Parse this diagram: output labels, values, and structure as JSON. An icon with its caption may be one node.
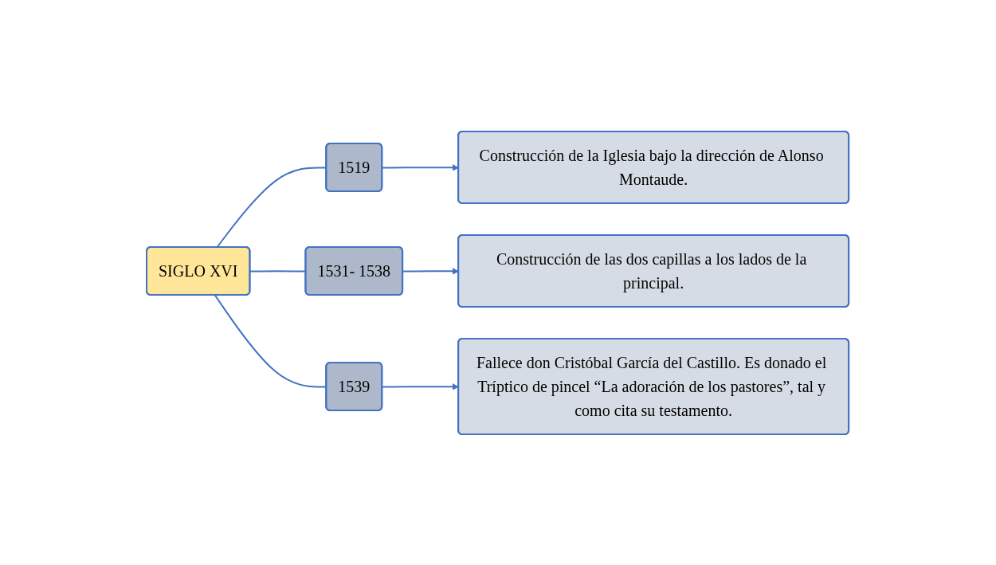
{
  "diagram": {
    "nodes": [
      {
        "text": [
          "SIGLO XVI"
        ]
      },
      {
        "text": [
          "1519"
        ]
      },
      {
        "text": [
          "Construcción de la Iglesia bajo la dirección de Alonso Montaude."
        ]
      },
      {
        "text": [
          "1531- 1538"
        ]
      },
      {
        "text": [
          "Construcción de las dos capillas a los lados de la principal."
        ]
      },
      {
        "text": [
          "1539"
        ]
      },
      {
        "text": [
          "Fallece don Cristóbal García del Castillo. Es donado el Tríptico de pincel “La adoración de los pastores”, tal y como cita su testamento."
        ]
      }
    ],
    "edges": [
      {
        "from": 0,
        "to": 1,
        "arrow": "none"
      },
      {
        "from": 1,
        "to": 2,
        "arrow": "to"
      },
      {
        "from": 0,
        "to": 3,
        "arrow": "none"
      },
      {
        "from": 3,
        "to": 4,
        "arrow": "to"
      },
      {
        "from": 0,
        "to": 5,
        "arrow": "none"
      },
      {
        "from": 5,
        "to": 6,
        "arrow": "to"
      }
    ]
  }
}
